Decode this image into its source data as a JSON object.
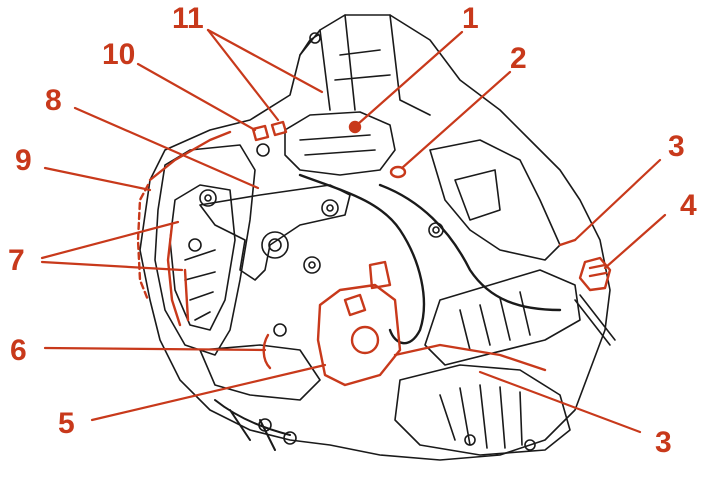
{
  "colors": {
    "callout": "#c8391b",
    "line_art": "#1a1a1a",
    "background": "#ffffff"
  },
  "callouts": [
    {
      "id": "c1",
      "label": "1"
    },
    {
      "id": "c2",
      "label": "2"
    },
    {
      "id": "c3a",
      "label": "3"
    },
    {
      "id": "c3b",
      "label": "3"
    },
    {
      "id": "c4",
      "label": "4"
    },
    {
      "id": "c5",
      "label": "5"
    },
    {
      "id": "c6",
      "label": "6"
    },
    {
      "id": "c7",
      "label": "7"
    },
    {
      "id": "c8",
      "label": "8"
    },
    {
      "id": "c9",
      "label": "9"
    },
    {
      "id": "c10",
      "label": "10"
    },
    {
      "id": "c11",
      "label": "11"
    }
  ]
}
